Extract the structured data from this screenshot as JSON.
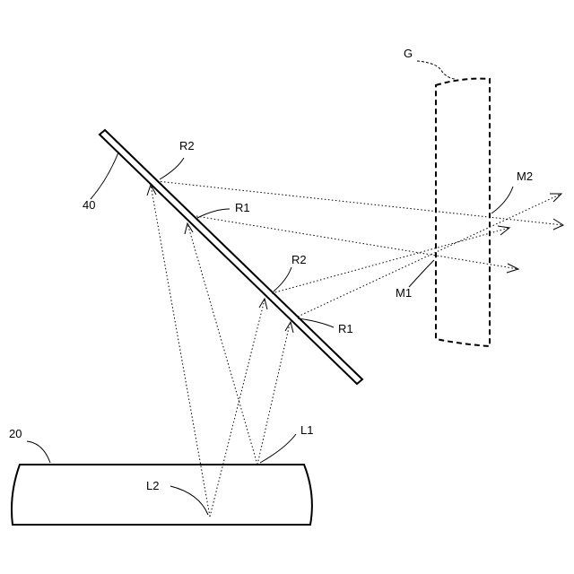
{
  "labels": {
    "g": "G",
    "combiner": "40",
    "display": "20",
    "r2_upper": "R2",
    "r1_upper": "R1",
    "r2_lower": "R2",
    "r1_lower": "R1",
    "l1": "L1",
    "l2": "L2",
    "m1": "M1",
    "m2": "M2"
  }
}
